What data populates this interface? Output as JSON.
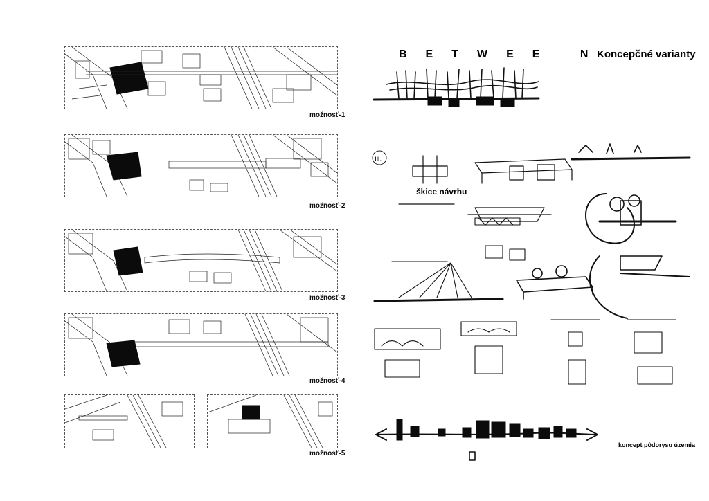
{
  "header": {
    "between": "BETWEE N",
    "page_title": "Koncepčné varianty"
  },
  "variants": [
    {
      "label": "možnosť-1"
    },
    {
      "label": "možnosť-2"
    },
    {
      "label": "možnosť-3"
    },
    {
      "label": "možnosť-4"
    },
    {
      "label": "možnosť-5"
    }
  ],
  "sketches": {
    "heading": "škice návrhu",
    "section_mark": "III."
  },
  "concept_caption": "koncept pôdorysu územia",
  "colors": {
    "ink": "#111111",
    "paper": "#ffffff",
    "dash": "#555555"
  }
}
